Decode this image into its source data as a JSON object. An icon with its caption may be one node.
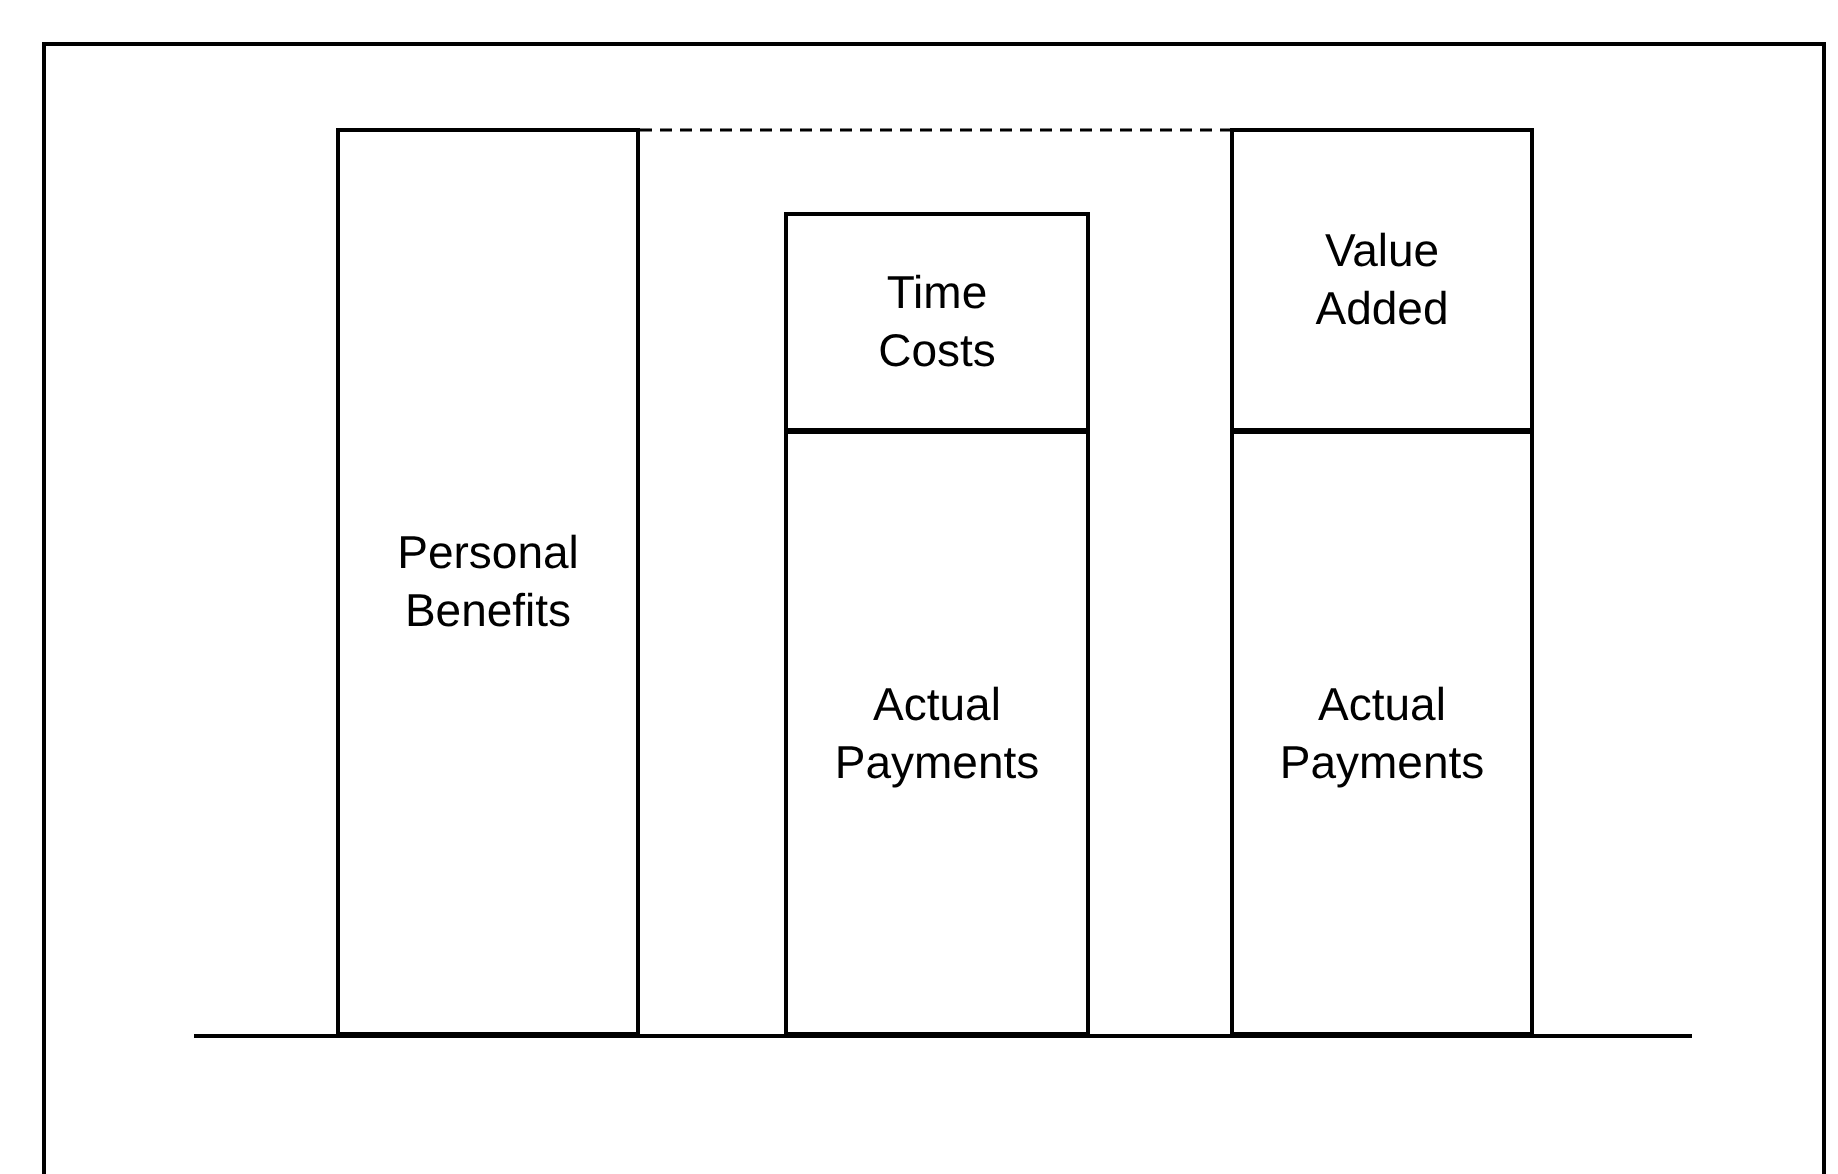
{
  "diagram": {
    "nodes": [
      {
        "text": [
          "Personal Benefits"
        ]
      },
      {
        "text": [
          "Time Costs"
        ]
      },
      {
        "text": [
          "Actual Payments"
        ]
      },
      {
        "text": [
          "Value Added"
        ]
      },
      {
        "text": [
          "Actual Payments"
        ]
      }
    ],
    "edges": [
      {
        "from": 0,
        "to": 3,
        "arrow": "none",
        "style": "dashed"
      }
    ]
  }
}
